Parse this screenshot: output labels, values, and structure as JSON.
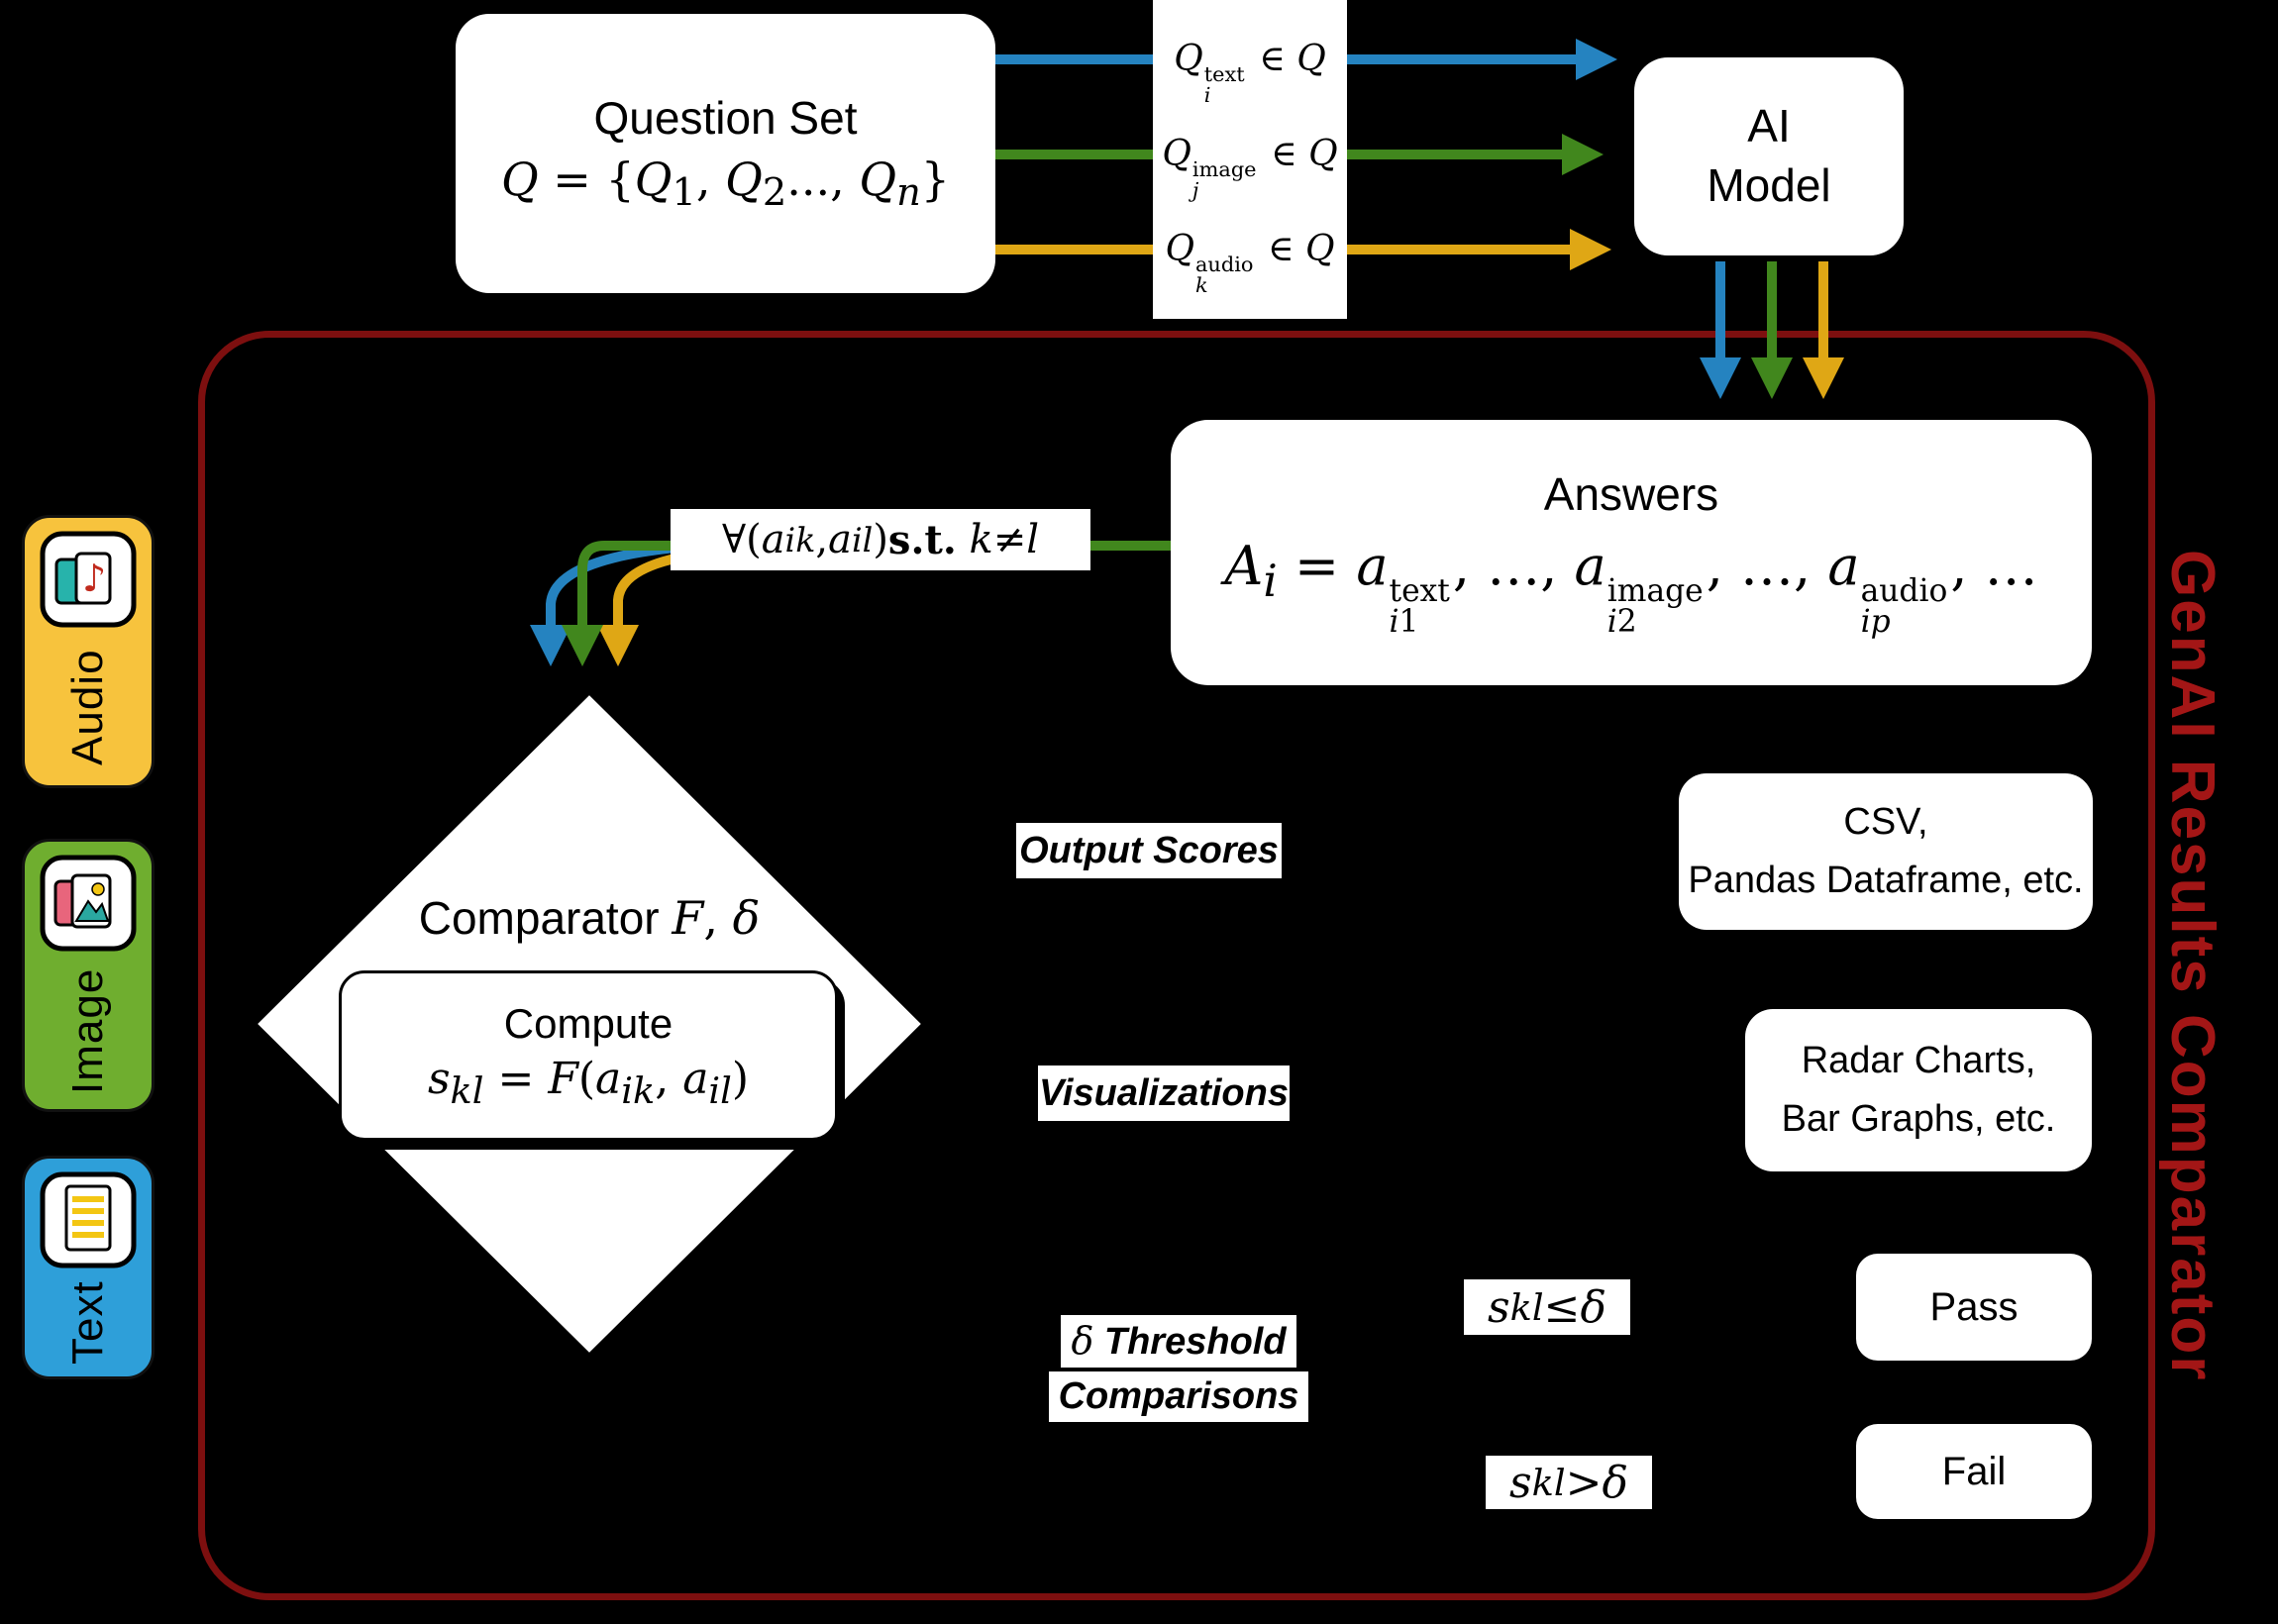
{
  "colors": {
    "blue": "#2583c0",
    "green": "#41871d",
    "yellow": "#dfa715",
    "dark_red": "#7d0f0f",
    "title_red": "#a31616",
    "audio_fill": "#f7c33d",
    "image_fill": "#6fae2f",
    "text_fill": "#2e9fd9"
  },
  "question_set": {
    "title": "Question Set",
    "formula_html": "<i>Q</i> = {<i>Q</i><sub>1</sub>, <i>Q</i><sub>2</sub>..., <i>Q</i><sub><i>n</i></sub>}"
  },
  "arrow_labels": [
    {
      "html": "<i>Q</i><span class=\"ss\"><span>text</span><span><i>i</i></span></span> ∈ <i>Q</i>"
    },
    {
      "html": "<i>Q</i><span class=\"ss\"><span>image</span><span><i>j</i></span></span> ∈ <i>Q</i>"
    },
    {
      "html": "<i>Q</i><span class=\"ss\"><span>audio</span><span><i>k</i></span></span> ∈ <i>Q</i>"
    }
  ],
  "ai_model": {
    "line1": "AI",
    "line2": "Model"
  },
  "answers": {
    "title": "Answers",
    "formula_html": "<i>A</i><sub><i>i</i></sub> = <i>a</i><span class=\"ss\"><span>text</span><span><i>i</i>1</span></span>, …, <i>a</i><span class=\"ss\"><span>image</span><span><i>i</i>2</span></span>, …, <i>a</i><span class=\"ss\"><span>audio</span><span><i>ip</i></span></span>, …"
  },
  "forall_label": {
    "html": "∀(<i>a</i><sub><i>ik</i></sub>, <i>a</i><sub><i>il</i></sub>) <span class=\"rm\">s.t.</span>&nbsp; <i>k</i> ≠ <i>l</i>"
  },
  "comparator": {
    "title_html": "Comparator <span class=\"math\"><i>F</i>, <i>δ</i></span>",
    "compute_label": "Compute",
    "compute_formula_html": "<i>s</i><sub><i>kl</i></sub> = <i>F</i>(<i>a</i><sub><i>ik</i></sub>, <i>a</i><sub><i>il</i></sub>)"
  },
  "outputs": {
    "scores_label": "Output Scores",
    "csv_lines": [
      "CSV,",
      "Pandas Dataframe, etc."
    ],
    "viz_label": "Visualizations",
    "viz_lines": [
      "Radar Charts,",
      "Bar Graphs, etc."
    ],
    "threshold_lines": [
      {
        "html": "<span class=\"math\"><i>δ</i></span> Threshold"
      },
      {
        "html": "Comparisons"
      }
    ],
    "pass_condition_html": "<i>s</i><sub><i>kl</i></sub> ≤ <i>δ</i>",
    "pass_label": "Pass",
    "fail_condition_html": "<i>s</i><sub><i>kl</i></sub> &gt; <i>δ</i>",
    "fail_label": "Fail"
  },
  "modalities": [
    {
      "label": "Audio"
    },
    {
      "label": "Image"
    },
    {
      "label": "Text"
    }
  ],
  "side_title": "GenAI Results Comparator"
}
